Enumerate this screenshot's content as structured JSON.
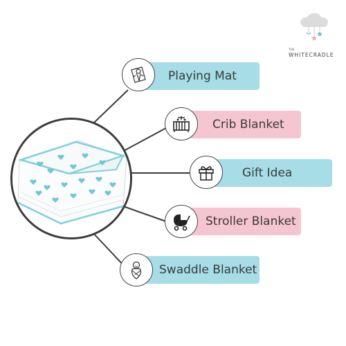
{
  "brand": {
    "small_text": "THE",
    "name": "WHITECRADLE"
  },
  "colors": {
    "blue_pill": "#a6dde7",
    "pink_pill": "#f5c6d2",
    "outline": "#3b3b3b",
    "blanket_trim": "#7fd0dc"
  },
  "product": {
    "image": "folded-muslin-blanket-with-blue-hearts"
  },
  "uses": [
    {
      "label": "Playing Mat",
      "icon": "baby-on-mat-icon",
      "color": "blue"
    },
    {
      "label": "Crib Blanket",
      "icon": "crib-icon",
      "color": "pink"
    },
    {
      "label": "Gift Idea",
      "icon": "gift-box-icon",
      "color": "blue"
    },
    {
      "label": "Stroller Blanket",
      "icon": "stroller-icon",
      "color": "pink"
    },
    {
      "label": "Swaddle Blanket",
      "icon": "swaddled-baby-icon",
      "color": "blue"
    }
  ]
}
